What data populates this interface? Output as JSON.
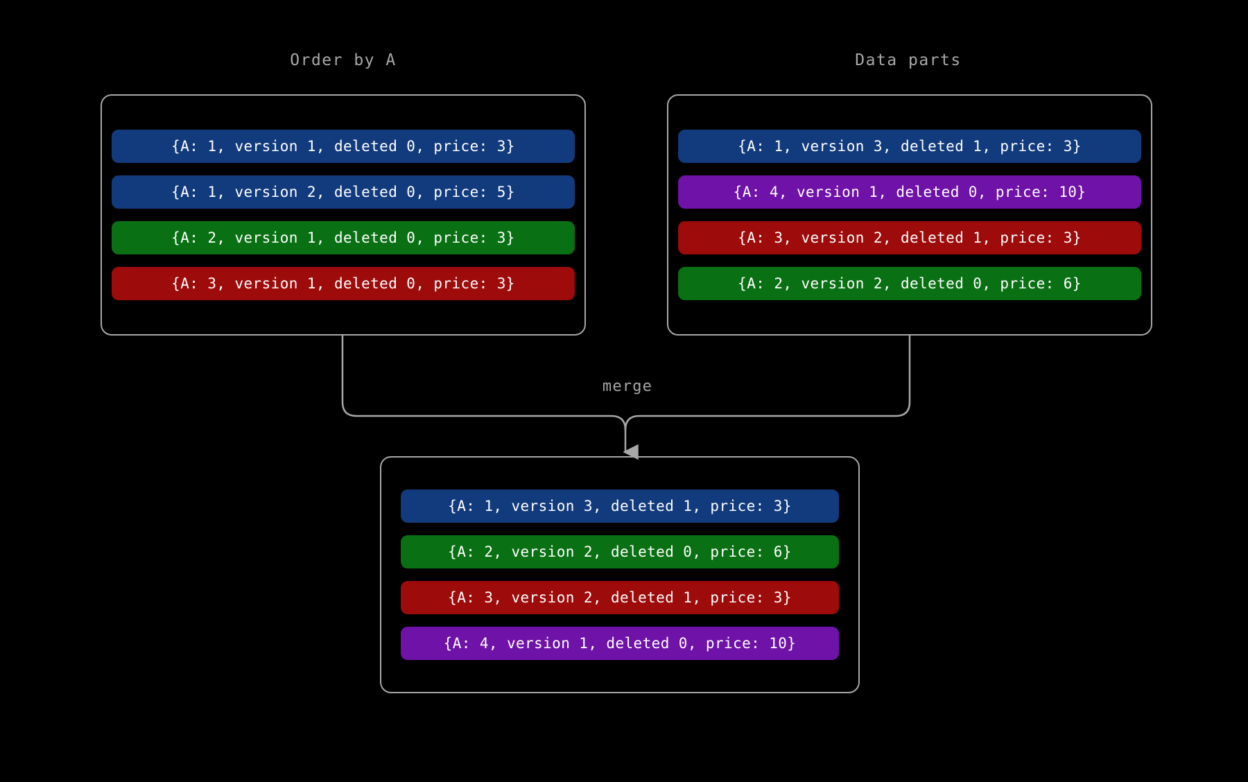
{
  "diagram": {
    "type": "merge-flow",
    "background_color": "#000000",
    "line_color": "#a8a8a8",
    "merge_label": "merge",
    "groups": [
      {
        "id": "order-by-a",
        "title": "Order by A",
        "rows": [
          {
            "text": "{A: 1, version 1, deleted 0, price: 3}",
            "color": "blue",
            "hex": "#123b7d",
            "A": 1,
            "version": 1,
            "deleted": 0,
            "price": 3
          },
          {
            "text": "{A: 1, version 2, deleted 0, price: 5}",
            "color": "blue",
            "hex": "#123b7d",
            "A": 1,
            "version": 2,
            "deleted": 0,
            "price": 5
          },
          {
            "text": "{A: 2, version 1, deleted 0, price: 3}",
            "color": "green",
            "hex": "#0a7014",
            "A": 2,
            "version": 1,
            "deleted": 0,
            "price": 3
          },
          {
            "text": "{A: 3, version 1, deleted 0, price: 3}",
            "color": "red",
            "hex": "#9d0b0b",
            "A": 3,
            "version": 1,
            "deleted": 0,
            "price": 3
          }
        ]
      },
      {
        "id": "data-parts",
        "title": "Data parts",
        "rows": [
          {
            "text": "{A: 1, version 3, deleted 1, price: 3}",
            "color": "blue",
            "hex": "#123b7d",
            "A": 1,
            "version": 3,
            "deleted": 1,
            "price": 3
          },
          {
            "text": "{A: 4, version 1, deleted 0, price: 10}",
            "color": "purple",
            "hex": "#6f12a8",
            "A": 4,
            "version": 1,
            "deleted": 0,
            "price": 10
          },
          {
            "text": "{A: 3, version 2, deleted 1, price: 3}",
            "color": "red",
            "hex": "#9d0b0b",
            "A": 3,
            "version": 2,
            "deleted": 1,
            "price": 3
          },
          {
            "text": "{A: 2, version 2, deleted 0, price: 6}",
            "color": "green",
            "hex": "#0a7014",
            "A": 2,
            "version": 2,
            "deleted": 0,
            "price": 6
          }
        ]
      },
      {
        "id": "merged",
        "title": "",
        "rows": [
          {
            "text": "{A: 1, version 3, deleted 1, price: 3}",
            "color": "blue",
            "hex": "#123b7d",
            "A": 1,
            "version": 3,
            "deleted": 1,
            "price": 3
          },
          {
            "text": "{A: 2, version 2, deleted 0, price: 6}",
            "color": "green",
            "hex": "#0a7014",
            "A": 2,
            "version": 2,
            "deleted": 0,
            "price": 6
          },
          {
            "text": "{A: 3, version 2, deleted 1, price: 3}",
            "color": "red",
            "hex": "#9d0b0b",
            "A": 3,
            "version": 2,
            "deleted": 1,
            "price": 3
          },
          {
            "text": "{A: 4, version 1, deleted 0, price: 10}",
            "color": "purple",
            "hex": "#6f12a8",
            "A": 4,
            "version": 1,
            "deleted": 0,
            "price": 10
          }
        ]
      }
    ]
  }
}
